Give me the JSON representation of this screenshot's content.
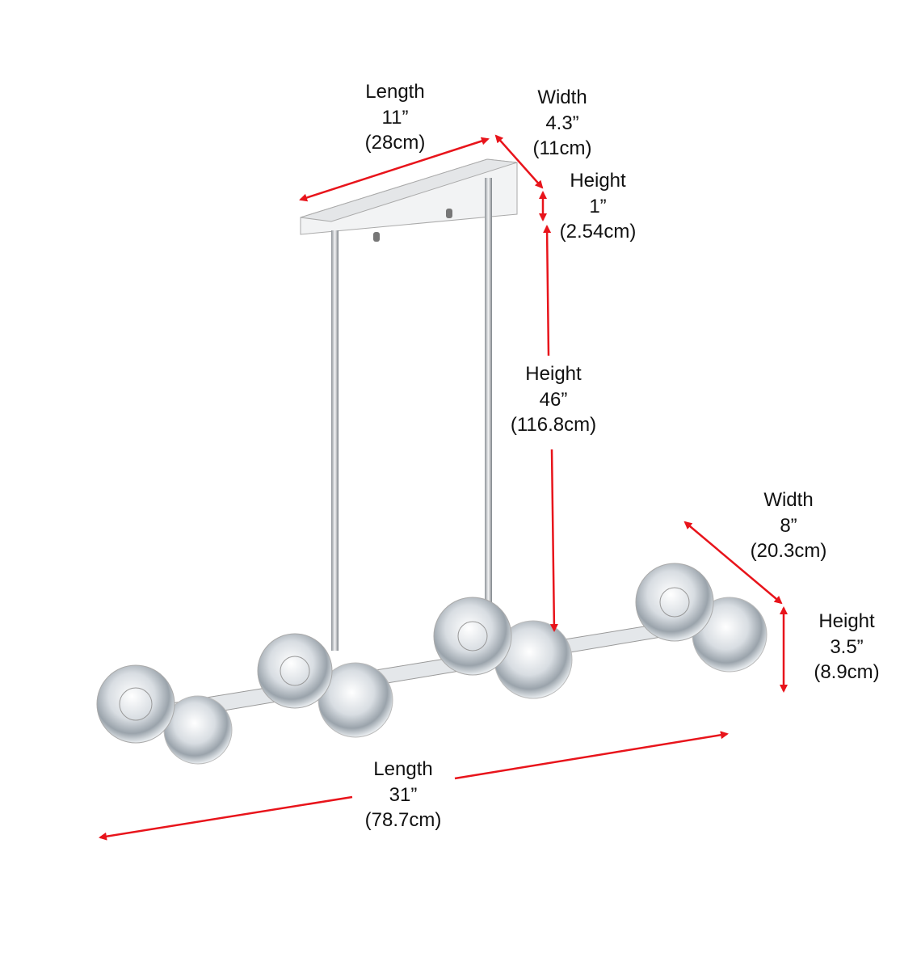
{
  "accent_color": "#e8141b",
  "dimensions": {
    "canopy_length": {
      "title": "Length",
      "imperial": "11”",
      "metric": "(28cm)"
    },
    "canopy_width": {
      "title": "Width",
      "imperial": "4.3”",
      "metric": "(11cm)"
    },
    "canopy_height": {
      "title": "Height",
      "imperial": "1”",
      "metric": "(2.54cm)"
    },
    "drop_height": {
      "title": "Height",
      "imperial": "46”",
      "metric": "(116.8cm)"
    },
    "fixture_width": {
      "title": "Width",
      "imperial": "8”",
      "metric": "(20.3cm)"
    },
    "fixture_height": {
      "title": "Height",
      "imperial": "3.5”",
      "metric": "(8.9cm)"
    },
    "fixture_length": {
      "title": "Length",
      "imperial": "31”",
      "metric": "(78.7cm)"
    }
  }
}
